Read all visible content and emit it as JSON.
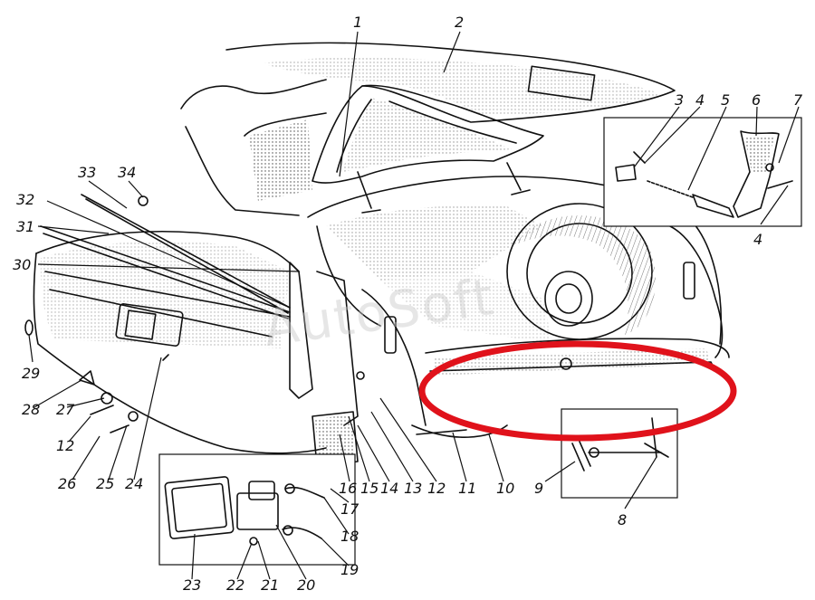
{
  "watermark": "AutoSoft",
  "highlight_color": "#e0121b",
  "labels": [
    {
      "id": "1",
      "text": "1"
    },
    {
      "id": "2",
      "text": "2"
    },
    {
      "id": "3",
      "text": "3"
    },
    {
      "id": "4a",
      "text": "4"
    },
    {
      "id": "5",
      "text": "5"
    },
    {
      "id": "6",
      "text": "6"
    },
    {
      "id": "7",
      "text": "7"
    },
    {
      "id": "4b",
      "text": "4"
    },
    {
      "id": "8",
      "text": "8"
    },
    {
      "id": "9",
      "text": "9"
    },
    {
      "id": "10",
      "text": "10"
    },
    {
      "id": "11",
      "text": "11"
    },
    {
      "id": "12a",
      "text": "12"
    },
    {
      "id": "13",
      "text": "13"
    },
    {
      "id": "14",
      "text": "14"
    },
    {
      "id": "15",
      "text": "15"
    },
    {
      "id": "16",
      "text": "16"
    },
    {
      "id": "17",
      "text": "17"
    },
    {
      "id": "18",
      "text": "18"
    },
    {
      "id": "19",
      "text": "19"
    },
    {
      "id": "20",
      "text": "20"
    },
    {
      "id": "21",
      "text": "21"
    },
    {
      "id": "22",
      "text": "22"
    },
    {
      "id": "23",
      "text": "23"
    },
    {
      "id": "24",
      "text": "24"
    },
    {
      "id": "25",
      "text": "25"
    },
    {
      "id": "26",
      "text": "26"
    },
    {
      "id": "12b",
      "text": "12"
    },
    {
      "id": "27",
      "text": "27"
    },
    {
      "id": "28",
      "text": "28"
    },
    {
      "id": "29",
      "text": "29"
    },
    {
      "id": "30",
      "text": "30"
    },
    {
      "id": "31",
      "text": "31"
    },
    {
      "id": "32",
      "text": "32"
    },
    {
      "id": "33",
      "text": "33"
    },
    {
      "id": "34",
      "text": "34"
    }
  ]
}
